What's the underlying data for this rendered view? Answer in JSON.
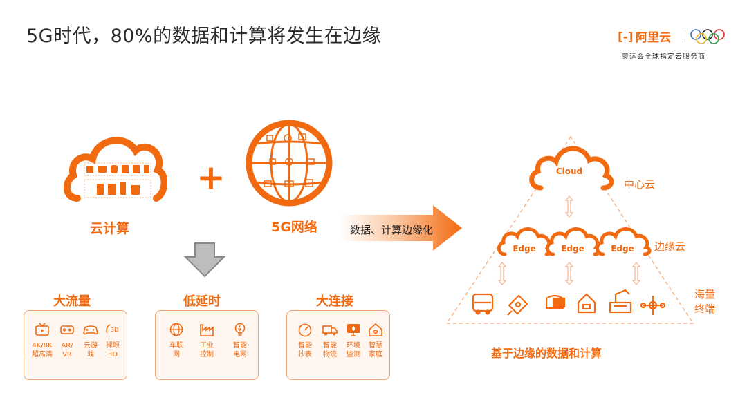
{
  "title": "5G时代，80%的数据和计算将发生在边缘",
  "brand": {
    "mark": "[-]",
    "name": "阿里云",
    "subtitle": "奥运会全球指定云服务商"
  },
  "left": {
    "cloud_label": "云计算",
    "plus": "+",
    "network_label": "5G网络"
  },
  "categories": [
    {
      "title": "大流量",
      "items": [
        {
          "icon": "tv-icon",
          "line1": "4K/8K",
          "line2": "超高清"
        },
        {
          "icon": "vr-goggles-icon",
          "line1": "AR/",
          "line2": "VR"
        },
        {
          "icon": "gamepad-icon",
          "line1": "云游",
          "line2": "戏"
        },
        {
          "icon": "3d-icon",
          "line1": "裸眼",
          "line2": "3D"
        }
      ]
    },
    {
      "title": "低延时",
      "items": [
        {
          "icon": "globe-icon",
          "line1": "车联",
          "line2": "网"
        },
        {
          "icon": "factory-icon",
          "line1": "工业",
          "line2": "控制"
        },
        {
          "icon": "bulb-icon",
          "line1": "智能",
          "line2": "电网"
        }
      ]
    },
    {
      "title": "大连接",
      "items": [
        {
          "icon": "meter-icon",
          "line1": "智能",
          "line2": "抄表"
        },
        {
          "icon": "truck-icon",
          "line1": "智能",
          "line2": "物流"
        },
        {
          "icon": "monitor-icon",
          "line1": "环境",
          "line2": "监测"
        },
        {
          "icon": "smart-home-icon",
          "line1": "智慧",
          "line2": "家庭"
        }
      ]
    }
  ],
  "arrow_label": "数据、计算边缘化",
  "pyramid": {
    "cloud_text": "Cloud",
    "center_label": "中心云",
    "edge_texts": [
      "Edge",
      "Edge",
      "Edge"
    ],
    "edge_label": "边缘云",
    "terminal_label_line1": "海量",
    "terminal_label_line2": "终端",
    "terminal_icons": [
      "bus-icon",
      "camera-icon",
      "vr-headset-icon",
      "house-icon",
      "robot-arm-icon",
      "drone-icon"
    ]
  },
  "caption": "基于边缘的数据和计算",
  "colors": {
    "accent": "#f26a10",
    "light_accent": "#f6b48a",
    "panel_bg": "#fff6ef",
    "gray_arrow": "#bdbdbd"
  }
}
